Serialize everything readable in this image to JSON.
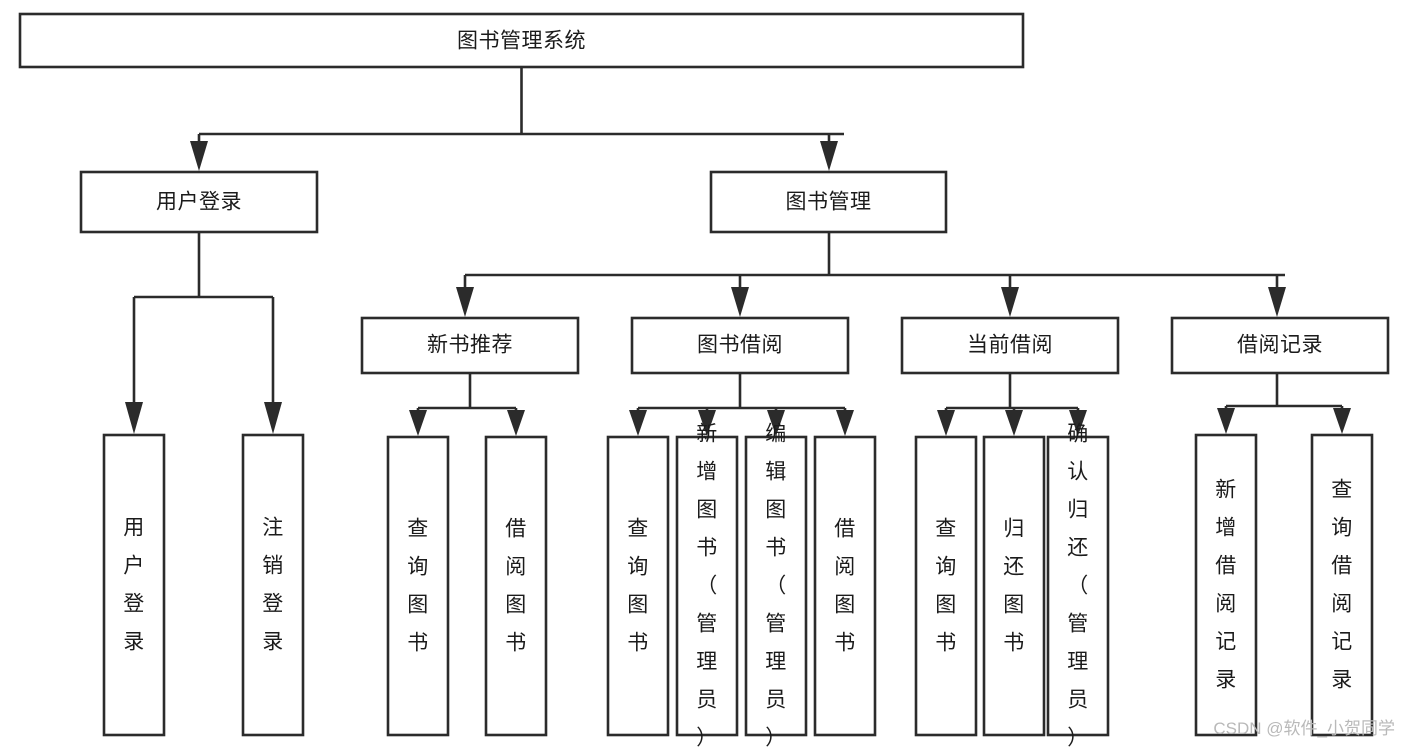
{
  "diagram": {
    "type": "tree-hierarchy",
    "title": "图书管理系统",
    "watermark": "CSDN @软件_小贺同学",
    "colors": {
      "box_stroke": "#2b2b2b",
      "box_fill": "#ffffff",
      "text": "#1b1b1b",
      "watermark": "#b9b9b9",
      "background": "#ffffff"
    },
    "levels": {
      "root": {
        "label": "图书管理系统"
      },
      "level2": [
        {
          "label": "用户登录"
        },
        {
          "label": "图书管理"
        }
      ],
      "level3": [
        {
          "label": "新书推荐"
        },
        {
          "label": "图书借阅"
        },
        {
          "label": "当前借阅"
        },
        {
          "label": "借阅记录"
        }
      ]
    },
    "leaves": {
      "user_login": [
        {
          "label": "用户登录"
        },
        {
          "label": "注销登录"
        }
      ],
      "new_book_recommend": [
        {
          "label": "查询图书"
        },
        {
          "label": "借阅图书"
        }
      ],
      "book_borrow": [
        {
          "label": "查询图书"
        },
        {
          "label": "新增图书（管理员）"
        },
        {
          "label": "编辑图书（管理员）"
        },
        {
          "label": "借阅图书"
        }
      ],
      "current_borrow": [
        {
          "label": "查询图书"
        },
        {
          "label": "归还图书"
        },
        {
          "label": "确认归还（管理员）"
        }
      ],
      "borrow_records": [
        {
          "label": "新增借阅记录"
        },
        {
          "label": "查询借阅记录"
        }
      ]
    }
  }
}
